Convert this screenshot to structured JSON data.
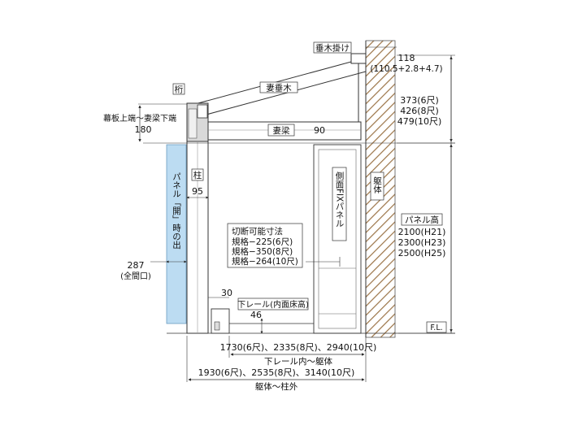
{
  "labels": {
    "rafter_hanger": "垂木掛け",
    "beam_top": "桁",
    "gable_rafter": "妻垂木",
    "gable_beam": "妻梁",
    "post": "柱",
    "side_panel": "側面FIXパネル",
    "wall": "躯体",
    "panel_opening": "パネル「開」時の出",
    "lower_rail_floor": "下レール(内面床高)",
    "cuttable_dims": "切断可能寸法",
    "panel_height": "パネル高",
    "floor_line": "F.L.",
    "roof_to_beam": "幕板上端～妻梁下端"
  },
  "dimensions": {
    "hanger": "118",
    "hanger_breakdown": "(110.5+2.8+4.7)",
    "roof_h_6": "373(6尺)",
    "roof_h_8": "426(8尺)",
    "roof_h_10": "479(10尺)",
    "roof_to_beam_value": "180",
    "gable_beam_value": "90",
    "post_value": "95",
    "opening_value": "287",
    "opening_note": "(全間口)",
    "rail_value_30": "30",
    "rail_value_46": "46",
    "cut_6": "規格−225(6尺)",
    "cut_8": "規格−350(8尺)",
    "cut_10": "規格−264(10尺)",
    "panel_h_1": "2100(H21)",
    "panel_h_2": "2300(H23)",
    "panel_h_3": "2500(H25)",
    "rail_to_wall_values": "1730(6尺)、2335(8尺)、2940(10尺)",
    "rail_to_wall_label": "下レール内～躯体",
    "wall_to_post_values": "1930(6尺)、2535(8尺)、3140(10尺)",
    "wall_to_post_label": "躯体～柱外"
  },
  "colors": {
    "panel_fill": "#bcdcf2",
    "wall_hatch": "#8a6a45",
    "line": "#222222",
    "gray_part": "#d9d9d9"
  }
}
